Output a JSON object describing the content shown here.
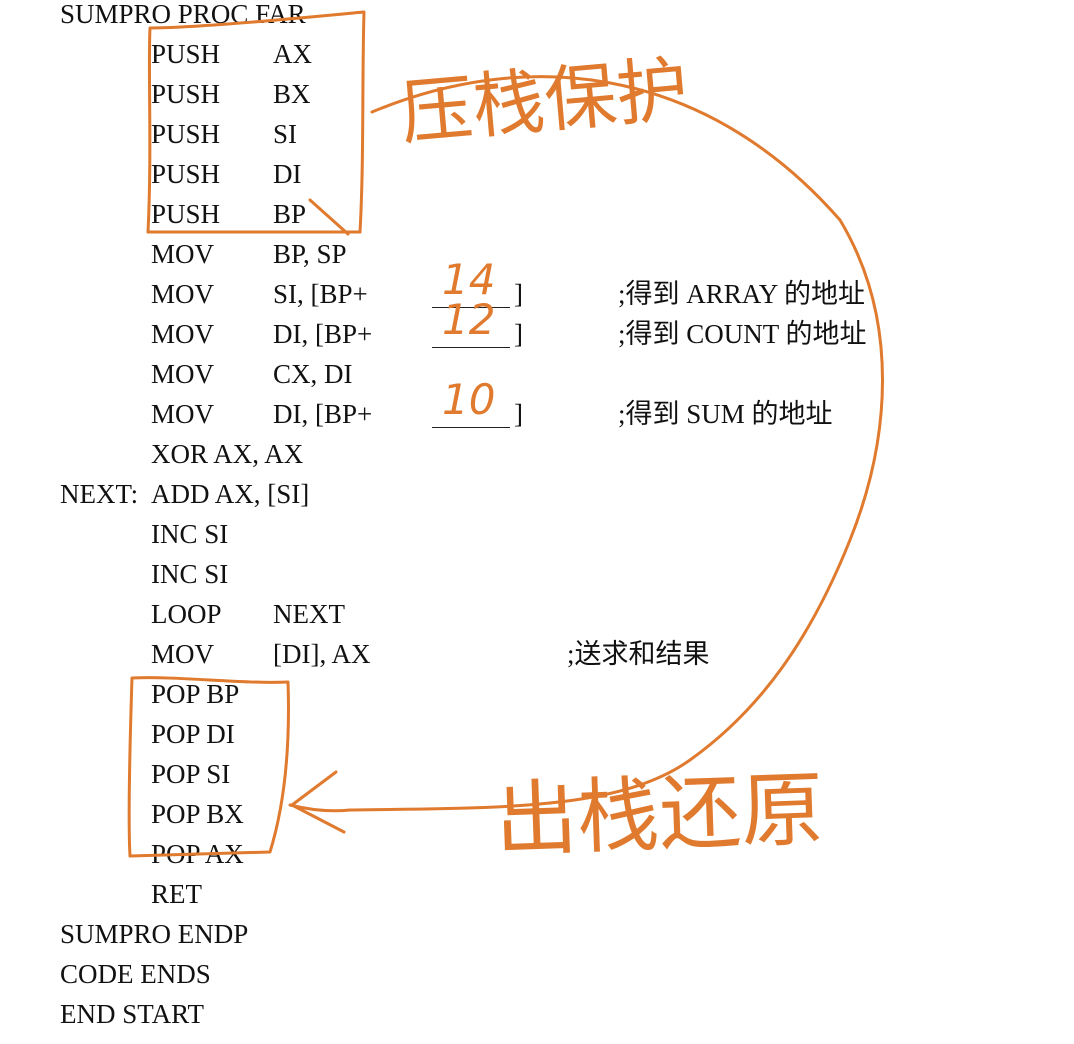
{
  "code": [
    {
      "label": "SUMPRO PROC FAR",
      "op": "",
      "operand": "",
      "comment": ""
    },
    {
      "label": "",
      "op": "PUSH",
      "operand": "AX",
      "comment": ""
    },
    {
      "label": "",
      "op": "PUSH",
      "operand": "BX",
      "comment": ""
    },
    {
      "label": "",
      "op": "PUSH",
      "operand": "SI",
      "comment": ""
    },
    {
      "label": "",
      "op": "PUSH",
      "operand": "DI",
      "comment": ""
    },
    {
      "label": "",
      "op": "PUSH",
      "operand": "BP",
      "comment": ""
    },
    {
      "label": "",
      "op": "MOV",
      "operand": "BP, SP",
      "comment": ""
    },
    {
      "label": "",
      "op": "MOV",
      "operand": "SI, [BP+",
      "blank_answer": "14",
      "close": "]",
      "comment": ";得到 ARRAY 的地址"
    },
    {
      "label": "",
      "op": "MOV",
      "operand": "DI, [BP+",
      "blank_answer": "12",
      "close": "]",
      "comment": ";得到 COUNT 的地址"
    },
    {
      "label": "",
      "op": "MOV",
      "operand": "CX, DI",
      "comment": ""
    },
    {
      "label": "",
      "op": "MOV",
      "operand": "DI, [BP+",
      "blank_answer": "10",
      "close": "]",
      "comment": ";得到 SUM 的地址"
    },
    {
      "label": "",
      "op": "XOR AX, AX",
      "operand": "",
      "comment": ""
    },
    {
      "label": "NEXT:",
      "op": "ADD AX, [SI]",
      "operand": "",
      "comment": ""
    },
    {
      "label": "",
      "op": "INC  SI",
      "operand": "",
      "comment": ""
    },
    {
      "label": "",
      "op": "INC  SI",
      "operand": "",
      "comment": ""
    },
    {
      "label": "",
      "op": "LOOP",
      "operand": "NEXT",
      "comment": ""
    },
    {
      "label": "",
      "op": "MOV",
      "operand": "[DI], AX",
      "comment": ";送求和结果"
    },
    {
      "label": "",
      "op": "POP  BP",
      "operand": "",
      "comment": ""
    },
    {
      "label": "",
      "op": "POP  DI",
      "operand": "",
      "comment": ""
    },
    {
      "label": "",
      "op": "POP  SI",
      "operand": "",
      "comment": ""
    },
    {
      "label": "",
      "op": "POP  BX",
      "operand": "",
      "comment": ""
    },
    {
      "label": "",
      "op": "POP  AX",
      "operand": "",
      "comment": ""
    },
    {
      "label": "",
      "op": "RET",
      "operand": "",
      "comment": ""
    },
    {
      "label": "SUMPRO ENDP",
      "op": "",
      "operand": "",
      "comment": ""
    },
    {
      "label": "CODE       ENDS",
      "op": "",
      "operand": "",
      "comment": ""
    },
    {
      "label": "      END START",
      "op": "",
      "operand": "",
      "comment": ""
    }
  ],
  "annotations": {
    "push_note": "压栈保护",
    "pop_note": "出栈还原",
    "ink_color": "#e07a2e"
  }
}
